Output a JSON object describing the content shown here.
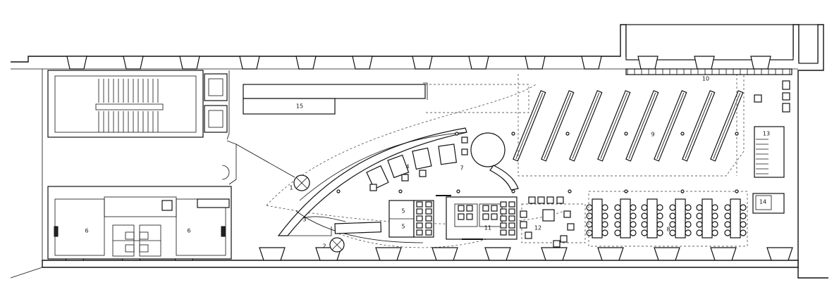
{
  "labels": {
    "l1": "1",
    "l2": "2",
    "l3": "3",
    "l4": "4",
    "l5a": "5",
    "l5b": "5",
    "l6a": "6",
    "l6b": "6",
    "l7": "7",
    "l8": "8",
    "l9": "9",
    "l10": "10",
    "l11": "11",
    "l12": "12",
    "l13": "13",
    "l14": "14",
    "l15": "15"
  }
}
